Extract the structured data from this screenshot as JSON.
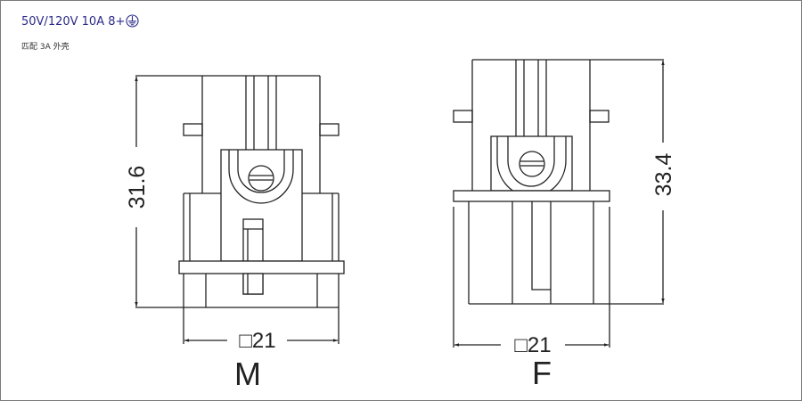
{
  "header": {
    "title": "50V/120V 10A 8+",
    "ground_symbol": "protective-earth",
    "subtitle": "匹配 3A 外壳"
  },
  "drawings": {
    "male": {
      "label": "M",
      "height_dimension": "31.6",
      "width_dimension": "□21"
    },
    "female": {
      "label": "F",
      "height_dimension": "33.4",
      "width_dimension": "□21"
    }
  },
  "colors": {
    "title": "#2a2a8a",
    "line": "#222222",
    "border": "#7a7a7a"
  }
}
